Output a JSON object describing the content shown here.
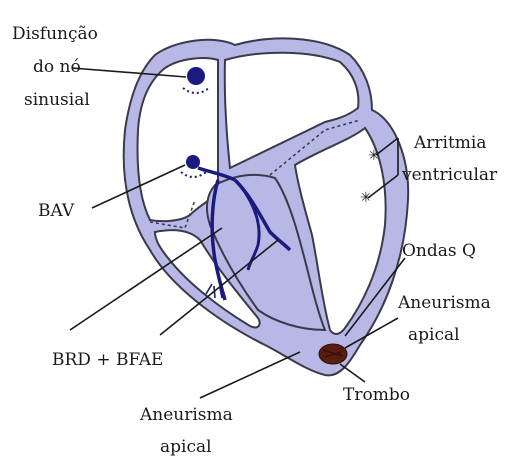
{
  "labels": {
    "sinus_line1": "Disfunção",
    "sinus_line2": "do nó",
    "sinus_line3": "sinusial",
    "bav": "BAV",
    "brd": "BRD + BFAE",
    "arritmia_line1": "Arritmia",
    "arritmia_line2": "ventricular",
    "ondas": "Ondas Q",
    "aneurisma_right_line1": "Aneurisma",
    "aneurisma_right_line2": "apical",
    "trombo": "Trombo",
    "aneurisma_bottom_line1": "Aneurisma",
    "aneurisma_bottom_line2": "apical"
  },
  "colors": {
    "heart_fill": "#b8b8e6",
    "outline": "#3a3a4a",
    "conduction": "#1a1a80",
    "thrombus": "#5a1e10",
    "background": "#ffffff"
  }
}
